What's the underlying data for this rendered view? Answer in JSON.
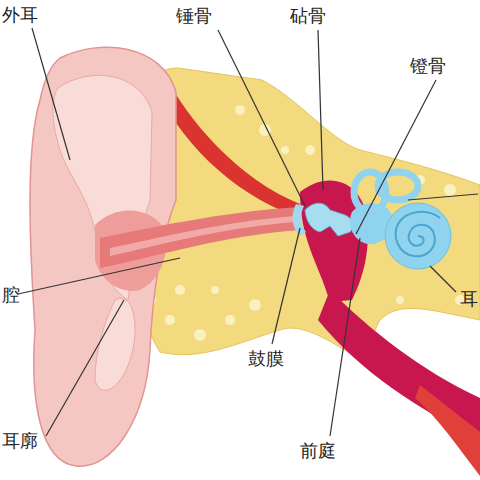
{
  "diagram": {
    "labels": [
      "外耳",
      "锤骨",
      "砧骨",
      "镫骨",
      "腔",
      "耳",
      "鼓膜",
      "耳廓",
      "前庭"
    ]
  }
}
